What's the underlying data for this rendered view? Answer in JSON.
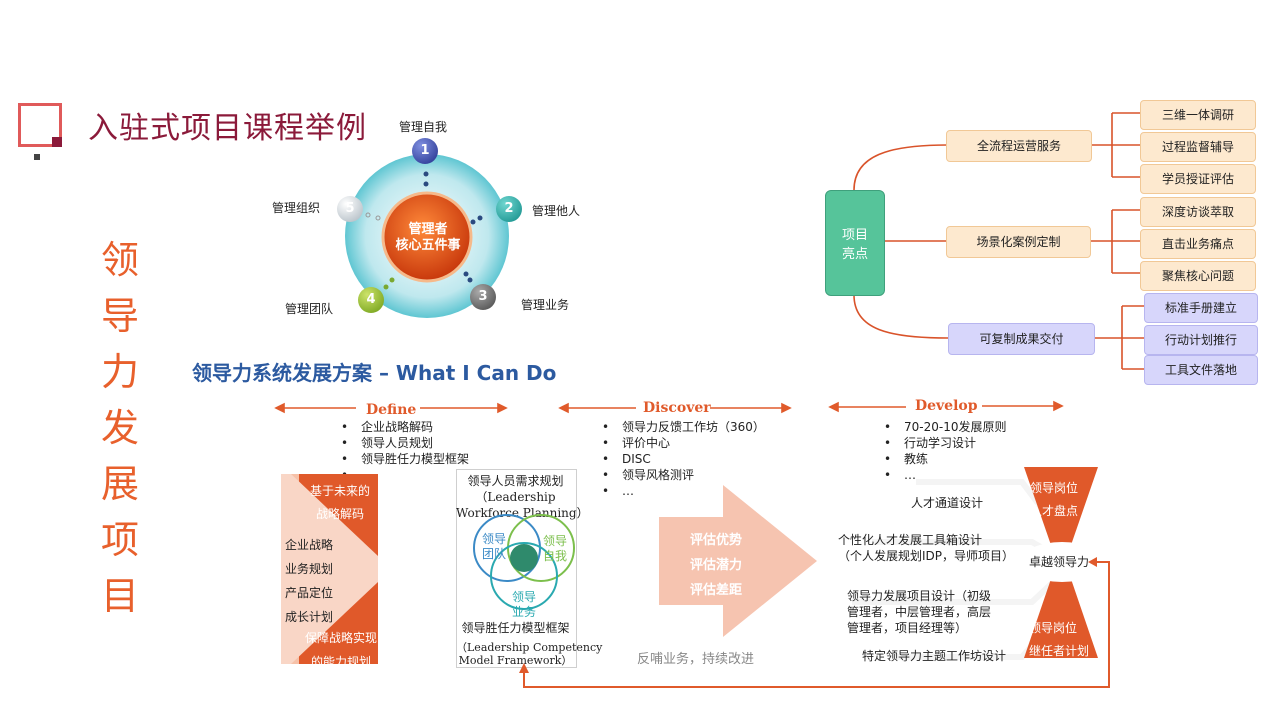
{
  "header": {
    "title": "入驻式项目课程举例",
    "vertical_title": "领导力发展项目"
  },
  "wheel": {
    "center": "管理者\n核心五件事",
    "center_line1": "管理者",
    "center_line2": "核心五件事",
    "items": [
      {
        "num": "1",
        "label": "管理自我",
        "color": "#1f2d8a"
      },
      {
        "num": "2",
        "label": "管理他人",
        "color": "#0f8a86"
      },
      {
        "num": "3",
        "label": "管理业务",
        "color": "#555555"
      },
      {
        "num": "4",
        "label": "管理团队",
        "color": "#6a9a12"
      },
      {
        "num": "5",
        "label": "管理组织",
        "color": "#a8b4bd"
      }
    ]
  },
  "mindmap": {
    "root": "项目\n亮点",
    "root_line1": "项目",
    "root_line2": "亮点",
    "branches": [
      {
        "label": "全流程运营服务",
        "children": [
          "三维一体调研",
          "过程监督辅导",
          "学员授证评估"
        ]
      },
      {
        "label": "场景化案例定制",
        "children": [
          "深度访谈萃取",
          "直击业务痛点",
          "聚焦核心问题"
        ]
      },
      {
        "label": "可复制成果交付",
        "children": [
          "标准手册建立",
          "行动计划推行",
          "工具文件落地"
        ]
      }
    ]
  },
  "section_heading": "领导力系统发展方案 – What I Can Do",
  "phases": [
    {
      "name": "Define",
      "bullets": [
        "企业战略解码",
        "领导人员规划",
        "领导胜任力模型框架",
        "…"
      ]
    },
    {
      "name": "Discover",
      "bullets": [
        "领导力反馈工作坊（360）",
        "评价中心",
        "DISC",
        "领导风格测评",
        "…"
      ]
    },
    {
      "name": "Develop",
      "bullets": [
        "70-20-10发展原则",
        "行动学习设计",
        "教练",
        "…"
      ]
    }
  ],
  "define_panel": {
    "top": "基于未来的\n战略解码",
    "top_line1": "基于未来的",
    "top_line2": "战略解码",
    "middle": [
      "企业战略",
      "业务规划",
      "产品定位",
      "成长计划"
    ],
    "bottom_line1": "保障战略实现",
    "bottom_line2": "的能力规划"
  },
  "discover_panel": {
    "top_line1": "领导人员需求规划",
    "top_line2": "（Leadership",
    "top_line3": "Workforce Planning）",
    "circles": [
      "领导\n团队",
      "领导\n自我",
      "领导\n业务"
    ],
    "c1a": "领导",
    "c1b": "团队",
    "c2a": "领导",
    "c2b": "自我",
    "c3a": "领导",
    "c3b": "业务",
    "bottom_line1": "领导胜任力模型框架",
    "bottom_line2": "（Leadership Competency",
    "bottom_line3": "Model Framework）"
  },
  "arrow": {
    "lines": [
      "评估优势",
      "评估潜力",
      "评估差距"
    ]
  },
  "develop_panel": {
    "item1": "人才通道设计",
    "item2_line1": "个性化人才发展工具箱设计",
    "item2_line2": "（个人发展规划IDP，导师项目）",
    "item3_line1": "领导力发展项目设计（初级",
    "item3_line2": "管理者，中层管理者，高层",
    "item3_line3": "管理者，项目经理等）",
    "item4": "特定领导力主题工作坊设计",
    "hourglass_top_line1": "领导岗位",
    "hourglass_top_line2": "人才盘点",
    "hourglass_center": "卓越领导力",
    "hourglass_bottom_line1": "领导岗位",
    "hourglass_bottom_line2": "继任者计划"
  },
  "feedback": "反哺业务，持续改进",
  "colors": {
    "accent": "#e05a2b",
    "title": "#8b1a3a",
    "heading": "#2c5aa0",
    "mint": "#56c49a"
  }
}
